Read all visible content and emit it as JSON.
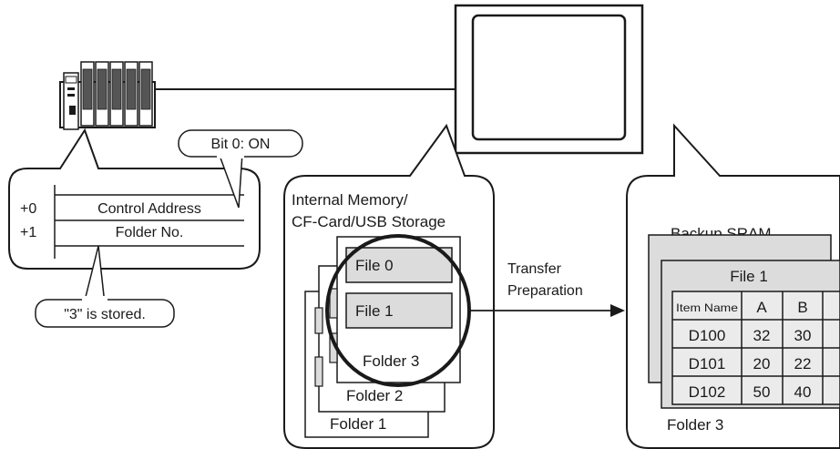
{
  "plc": {
    "bit_callout": "Bit 0: ON",
    "stored_callout": "\"3\" is stored.",
    "rows": [
      {
        "offset": "+0",
        "label": "Control Address"
      },
      {
        "offset": "+1",
        "label": "Folder No."
      }
    ]
  },
  "memory": {
    "title_line1": "Internal Memory/",
    "title_line2": "CF-Card/USB Storage",
    "file0": "File 0",
    "file1": "File 1",
    "folder3": "Folder 3",
    "folder2": "Folder 2",
    "folder1": "Folder 1"
  },
  "transfer": {
    "line1": "Transfer",
    "line2": "Preparation"
  },
  "sram": {
    "title": "Backup SRAM",
    "file_label": "File 1",
    "folder_label": "Folder 3",
    "table": {
      "headers": [
        "Item Name",
        "A",
        "B"
      ],
      "rows": [
        [
          "D100",
          "32",
          "30"
        ],
        [
          "D101",
          "20",
          "22"
        ],
        [
          "D102",
          "50",
          "40"
        ]
      ]
    }
  },
  "colors": {
    "stroke": "#1a1a1a",
    "card_fill": "#dcdcdc",
    "cell_fill": "#ebebeb"
  }
}
